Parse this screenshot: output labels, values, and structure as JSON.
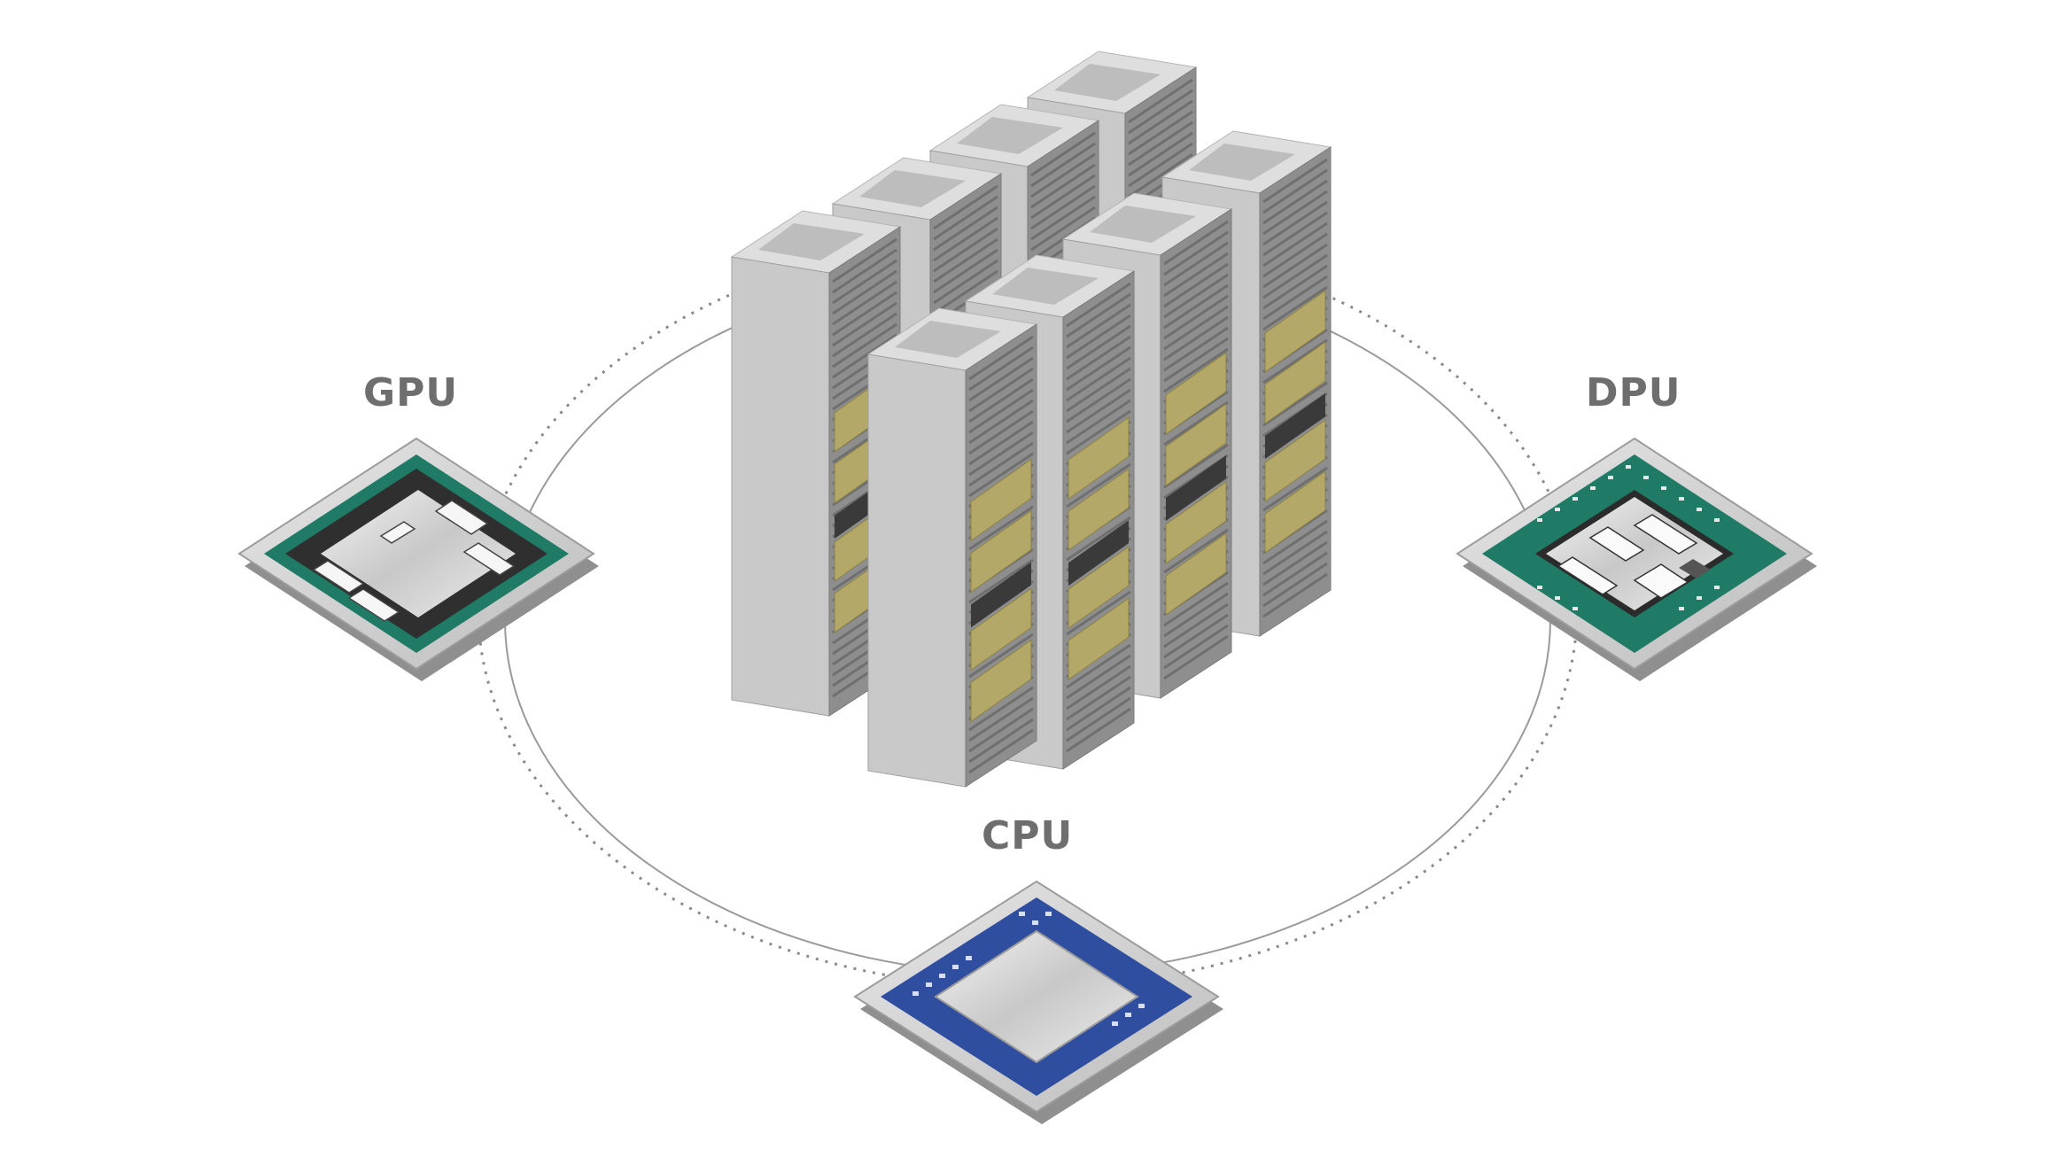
{
  "labels": {
    "gpu": "GPU",
    "dpu": "DPU",
    "cpu": "CPU"
  },
  "colors": {
    "rack_face": "#c9c9c9",
    "rack_side": "#a9a9a9",
    "rack_top": "#dedede",
    "drive_gold": "#b4a868",
    "gpu_substrate": "#1f7a66",
    "dpu_substrate": "#1f7a66",
    "cpu_substrate": "#2f4ea0",
    "die_silver": "#d6d6d6",
    "ring_line": "#8a8a8a",
    "label_text": "#6e6e6e"
  },
  "icons": [
    "server-rack-icon",
    "gpu-chip-icon",
    "dpu-chip-icon",
    "cpu-chip-icon"
  ]
}
